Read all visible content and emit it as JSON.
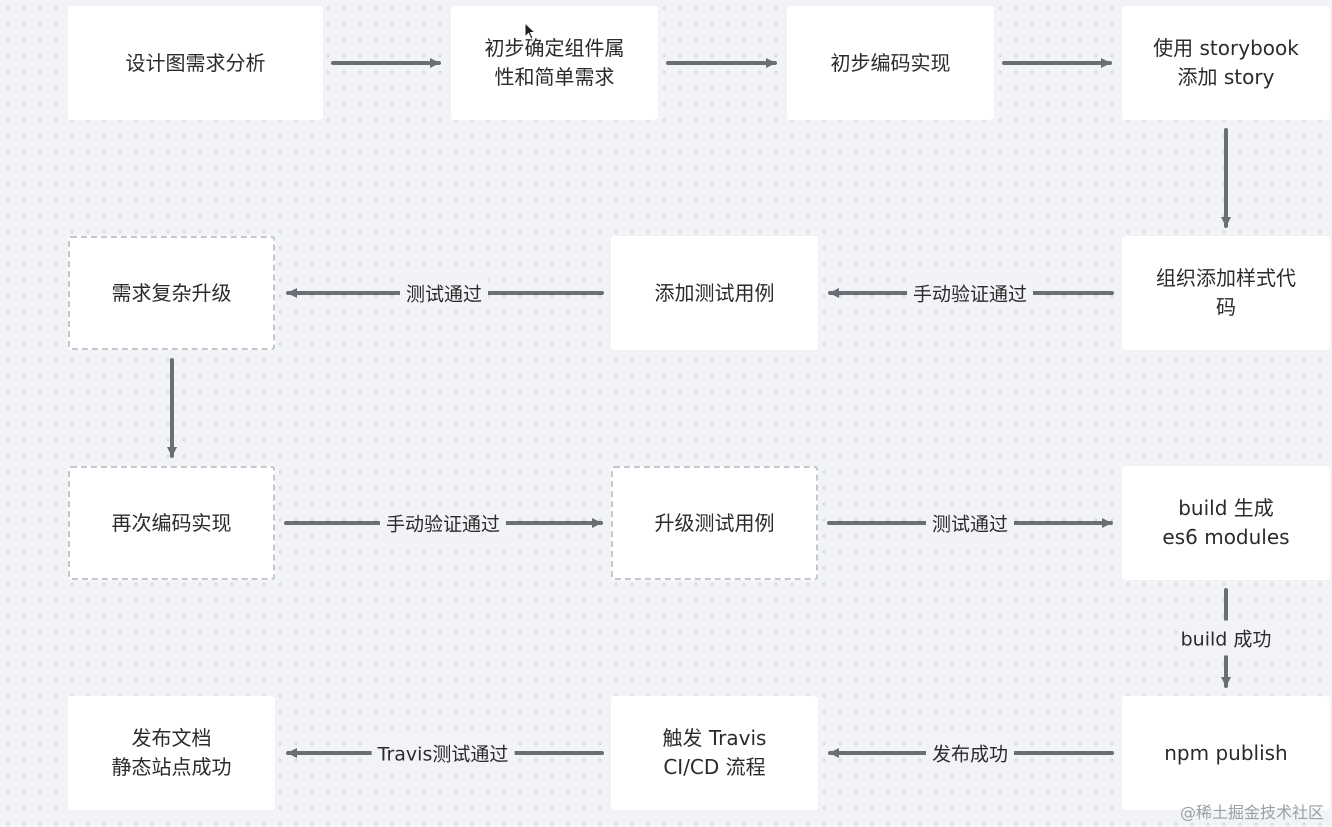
{
  "nodes": {
    "n1": "设计图需求分析",
    "n2": "初步确定组件属\n性和简单需求",
    "n3": "初步编码实现",
    "n4": "使用 storybook\n添加 story",
    "n5": "组织添加样式代\n码",
    "n6": "添加测试用例",
    "n7": "需求复杂升级",
    "n8": "再次编码实现",
    "n9": "升级测试用例",
    "n10": "build 生成\nes6 modules",
    "n11": "npm publish",
    "n12": "触发 Travis\nCI/CD 流程",
    "n13": "发布文档\n静态站点成功"
  },
  "edges": {
    "e5_6": "手动验证通过",
    "e6_7": "测试通过",
    "e8_9": "手动验证通过",
    "e9_10": "测试通过",
    "e10_11": "build 成功",
    "e11_12": "发布成功",
    "e12_13": "Travis测试通过"
  },
  "watermark": "@稀土掘金技术社区",
  "colors": {
    "background": "#f1f3f6",
    "node_fill": "#ffffff",
    "arrow": "#6b6e74",
    "dashed_border": "#c4c8ce"
  }
}
